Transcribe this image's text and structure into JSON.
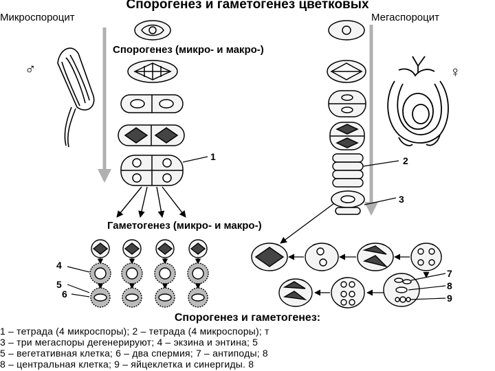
{
  "title": "Спорогенез и гаметогенез цветковых",
  "left_label": "Микроспороцит",
  "right_label": "Мегаспороцит",
  "sporogenesis_heading": "Спорогенез (микро- и макро-)",
  "gametogenesis_heading": "Гаметогенез (микро- и макро-)",
  "male_symbol": "♂",
  "female_symbol": "♀",
  "numbers": [
    "1",
    "2",
    "3",
    "4",
    "5",
    "6",
    "7",
    "8",
    "9"
  ],
  "legend": {
    "heading": "Спорогенез и гаметогенез:",
    "lines": [
      "1 – тетрада (4 микроспоры); 2 – тетрада (4 микроспоры); т",
      "3 – три мегаспоры дегенерируют; 4 – экзина и энтина; 5",
      "5 – вегетативная клетка; 6 – два спермия; 7 – антиподы; 8",
      "8 – центральная клетка; 9 – яйцеклетка и синергиды.     8"
    ]
  },
  "colors": {
    "ink": "#000000",
    "arrow_gray": "#b0b0b0",
    "cell_fill": "#f4f4f4"
  }
}
